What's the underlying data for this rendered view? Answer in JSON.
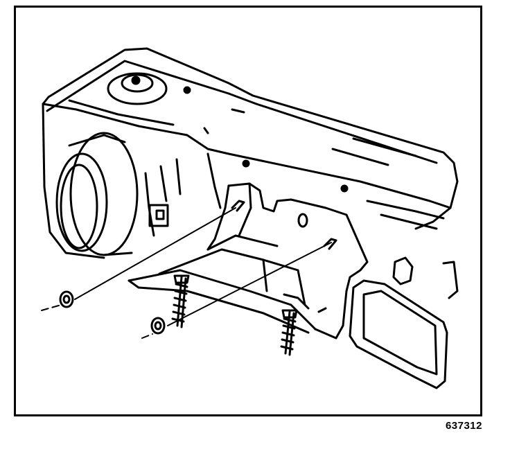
{
  "figure": {
    "id_label": "637312"
  },
  "parts": {
    "left_nut": "nut-icon",
    "right_nut": "nut-icon",
    "left_screw": "screw-icon",
    "right_screw": "screw-icon",
    "housing": "hvac-housing",
    "duct": "duct-outlet"
  },
  "colors": {
    "line": "#000000",
    "background": "#ffffff"
  }
}
